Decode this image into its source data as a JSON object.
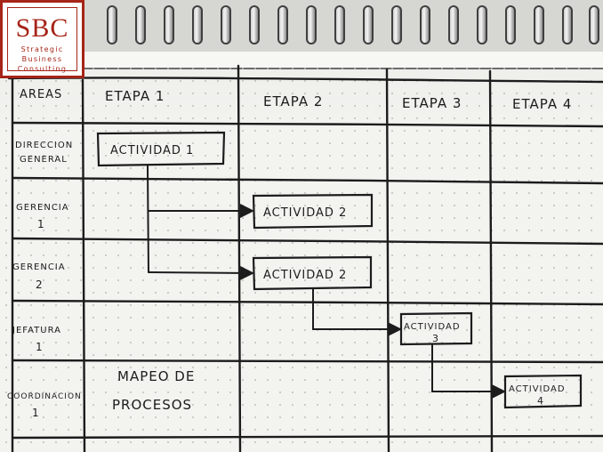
{
  "logo": {
    "title": "SBC",
    "line1": "Strategic",
    "line2": "Business",
    "line3": "Consulting",
    "color": "#a62418"
  },
  "header": {
    "areas": "AREAS",
    "stage1": "ETAPA 1",
    "stage2": "ETAPA 2",
    "stage3": "ETAPA 3",
    "stage4": "ETAPA 4"
  },
  "rows": {
    "r1a": "DIRECCION",
    "r1b": "GENERAL",
    "r2a": "GERENCIA",
    "r2b": "1",
    "r3a": "GERENCIA",
    "r3b": "2",
    "r4a": "JEFATURA",
    "r4b": "1",
    "r5a": "COORDINACION",
    "r5b": "1"
  },
  "activities": {
    "a1": "ACTIVIDAD 1",
    "a2": "ACTIVIDAD 2",
    "a3": "ACTIVIDAD 2",
    "a4a": "ACTIVIDAD",
    "a4b": "3",
    "a5a": "ACTIVIDAD",
    "a5b": "4"
  },
  "note": {
    "line1": "MAPEO DE",
    "line2": "PROCESOS"
  }
}
